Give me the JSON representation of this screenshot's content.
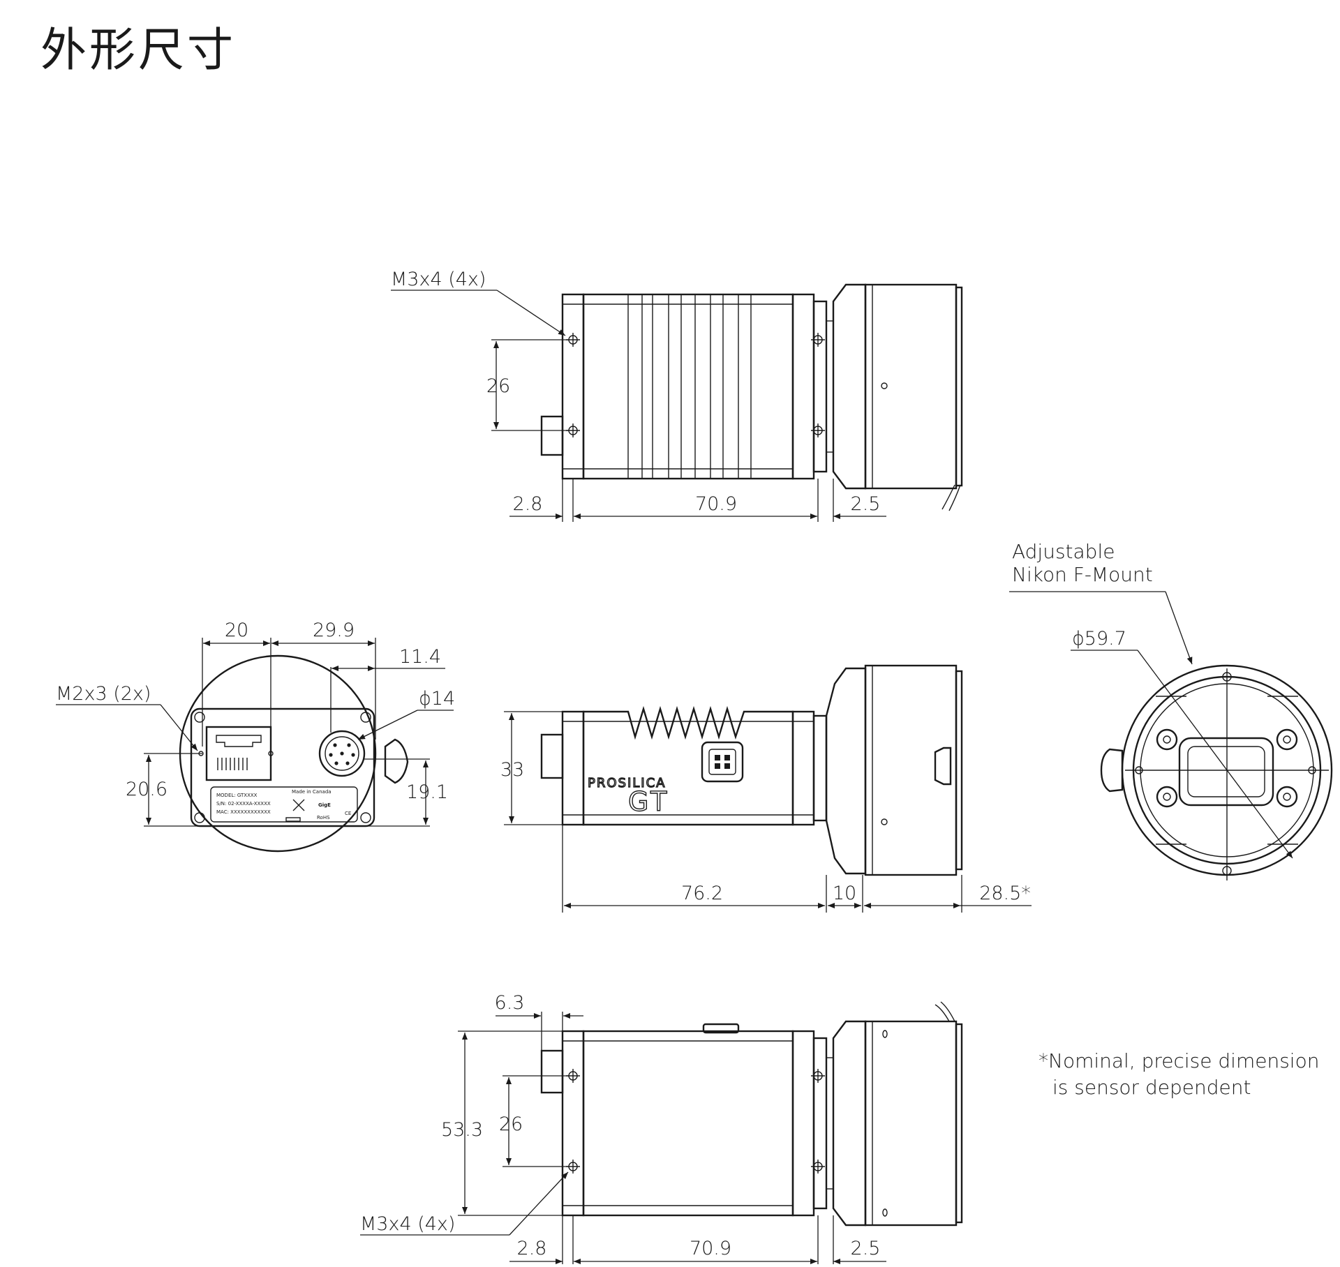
{
  "title": "外形尺寸",
  "top_view": {
    "screw_callout": "M3x4 (4x)",
    "hole_spacing": "26",
    "rear_offset": "2.8",
    "body_length": "70.9",
    "flange_offset": "2.5"
  },
  "rear_view": {
    "screw_callout": "M2x3 (2x)",
    "width_left": "20",
    "width_right": "29.9",
    "connector_offset": "11.4",
    "connector_diameter": "ϕ14",
    "height_left": "20.6",
    "height_right": "19.1",
    "label_model": "MODEL: GTXXXX",
    "label_sn": "S/N: 02-XXXXA-XXXXX",
    "label_mac": "MAC: XXXXXXXXXXXX",
    "label_made_in": "Made in Canada",
    "label_rohs": "RoHS",
    "label_gige": "GigE",
    "label_ce": "CE"
  },
  "side_view": {
    "body_height": "33",
    "body_length": "76.2",
    "mount_length": "10",
    "lens_length": "28.5*",
    "brand_top": "PROSILICA",
    "brand_bottom": "GT"
  },
  "front_view": {
    "mount_label_line1": "Adjustable",
    "mount_label_line2": "Nikon F-Mount",
    "diameter": "ϕ59.7"
  },
  "bottom_view": {
    "connector_offset": "6.3",
    "body_height": "53.3",
    "hole_spacing": "26",
    "screw_callout": "M3x4 (4x)",
    "rear_offset": "2.8",
    "body_length": "70.9",
    "flange_offset": "2.5"
  },
  "footnote_line1": "*Nominal, precise dimension",
  "footnote_line2": "is sensor dependent"
}
